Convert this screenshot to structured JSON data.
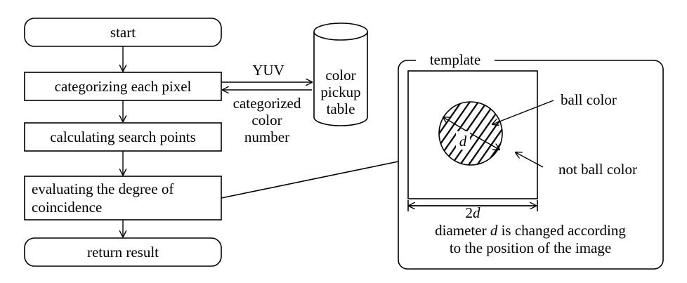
{
  "flow": {
    "start": "start",
    "step1": "categorizing each pixel",
    "step2": "calculating search points",
    "step3_line1": "evaluating the degree of",
    "step3_line2": "coincidence",
    "end": "return result"
  },
  "table": {
    "input_label": "YUV",
    "output_line1": "categorized",
    "output_line2": "color",
    "output_line3": "number",
    "name_line1": "color",
    "name_line2": "pickup",
    "name_line3": "table"
  },
  "template": {
    "title": "template",
    "ball_color": "ball color",
    "not_ball_color": "not ball color",
    "inner_diameter": "d",
    "width_prefix": "2",
    "width_var": "d",
    "caption_line1_pre": "diameter ",
    "caption_line1_var": "d",
    "caption_line1_post": " is changed according",
    "caption_line2": "to the position of the image"
  }
}
